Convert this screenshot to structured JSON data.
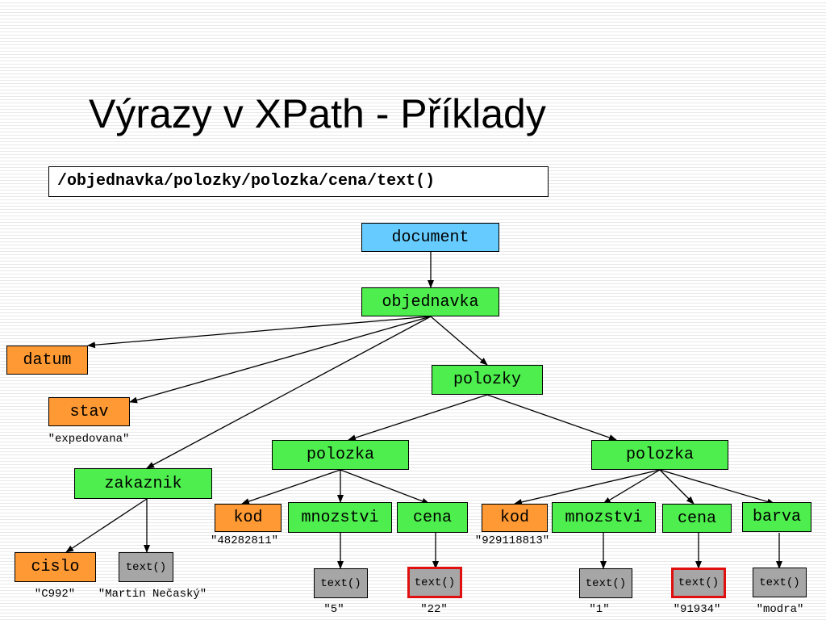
{
  "title": "Výrazy v XPath - Příklady",
  "xpath": "/objednavka/polozky/polozka/cena/text()",
  "colors": {
    "document": "#66ccff",
    "element": "#4dee4d",
    "attribute": "#ff9933",
    "text": "#a6a6a6",
    "highlight": "#e01010"
  },
  "tree": {
    "document": "document",
    "objednavka": "objednavka",
    "datum": "datum",
    "stav": "stav",
    "stav_value": "\"expedovana\"",
    "zakaznik": "zakaznik",
    "cislo": "cislo",
    "cislo_value": "\"C992\"",
    "zakaznik_text": "text()",
    "zakaznik_text_value": "\"Martin Nečaský\"",
    "polozky": "polozky",
    "polozka1": {
      "label": "polozka",
      "kod": "kod",
      "kod_value": "\"48282811\"",
      "mnozstvi": "mnozstvi",
      "mnozstvi_text": "text()",
      "mnozstvi_value": "\"5\"",
      "cena": "cena",
      "cena_text": "text()",
      "cena_value": "\"22\""
    },
    "polozka2": {
      "label": "polozka",
      "kod": "kod",
      "kod_value": "\"929118813\"",
      "mnozstvi": "mnozstvi",
      "mnozstvi_text": "text()",
      "mnozstvi_value": "\"1\"",
      "cena": "cena",
      "cena_text": "text()",
      "cena_value": "\"91934\"",
      "barva": "barva",
      "barva_text": "text()",
      "barva_value": "\"modra\""
    }
  },
  "highlighted": [
    "polozka1-cena-text",
    "polozka2-cena-text"
  ]
}
